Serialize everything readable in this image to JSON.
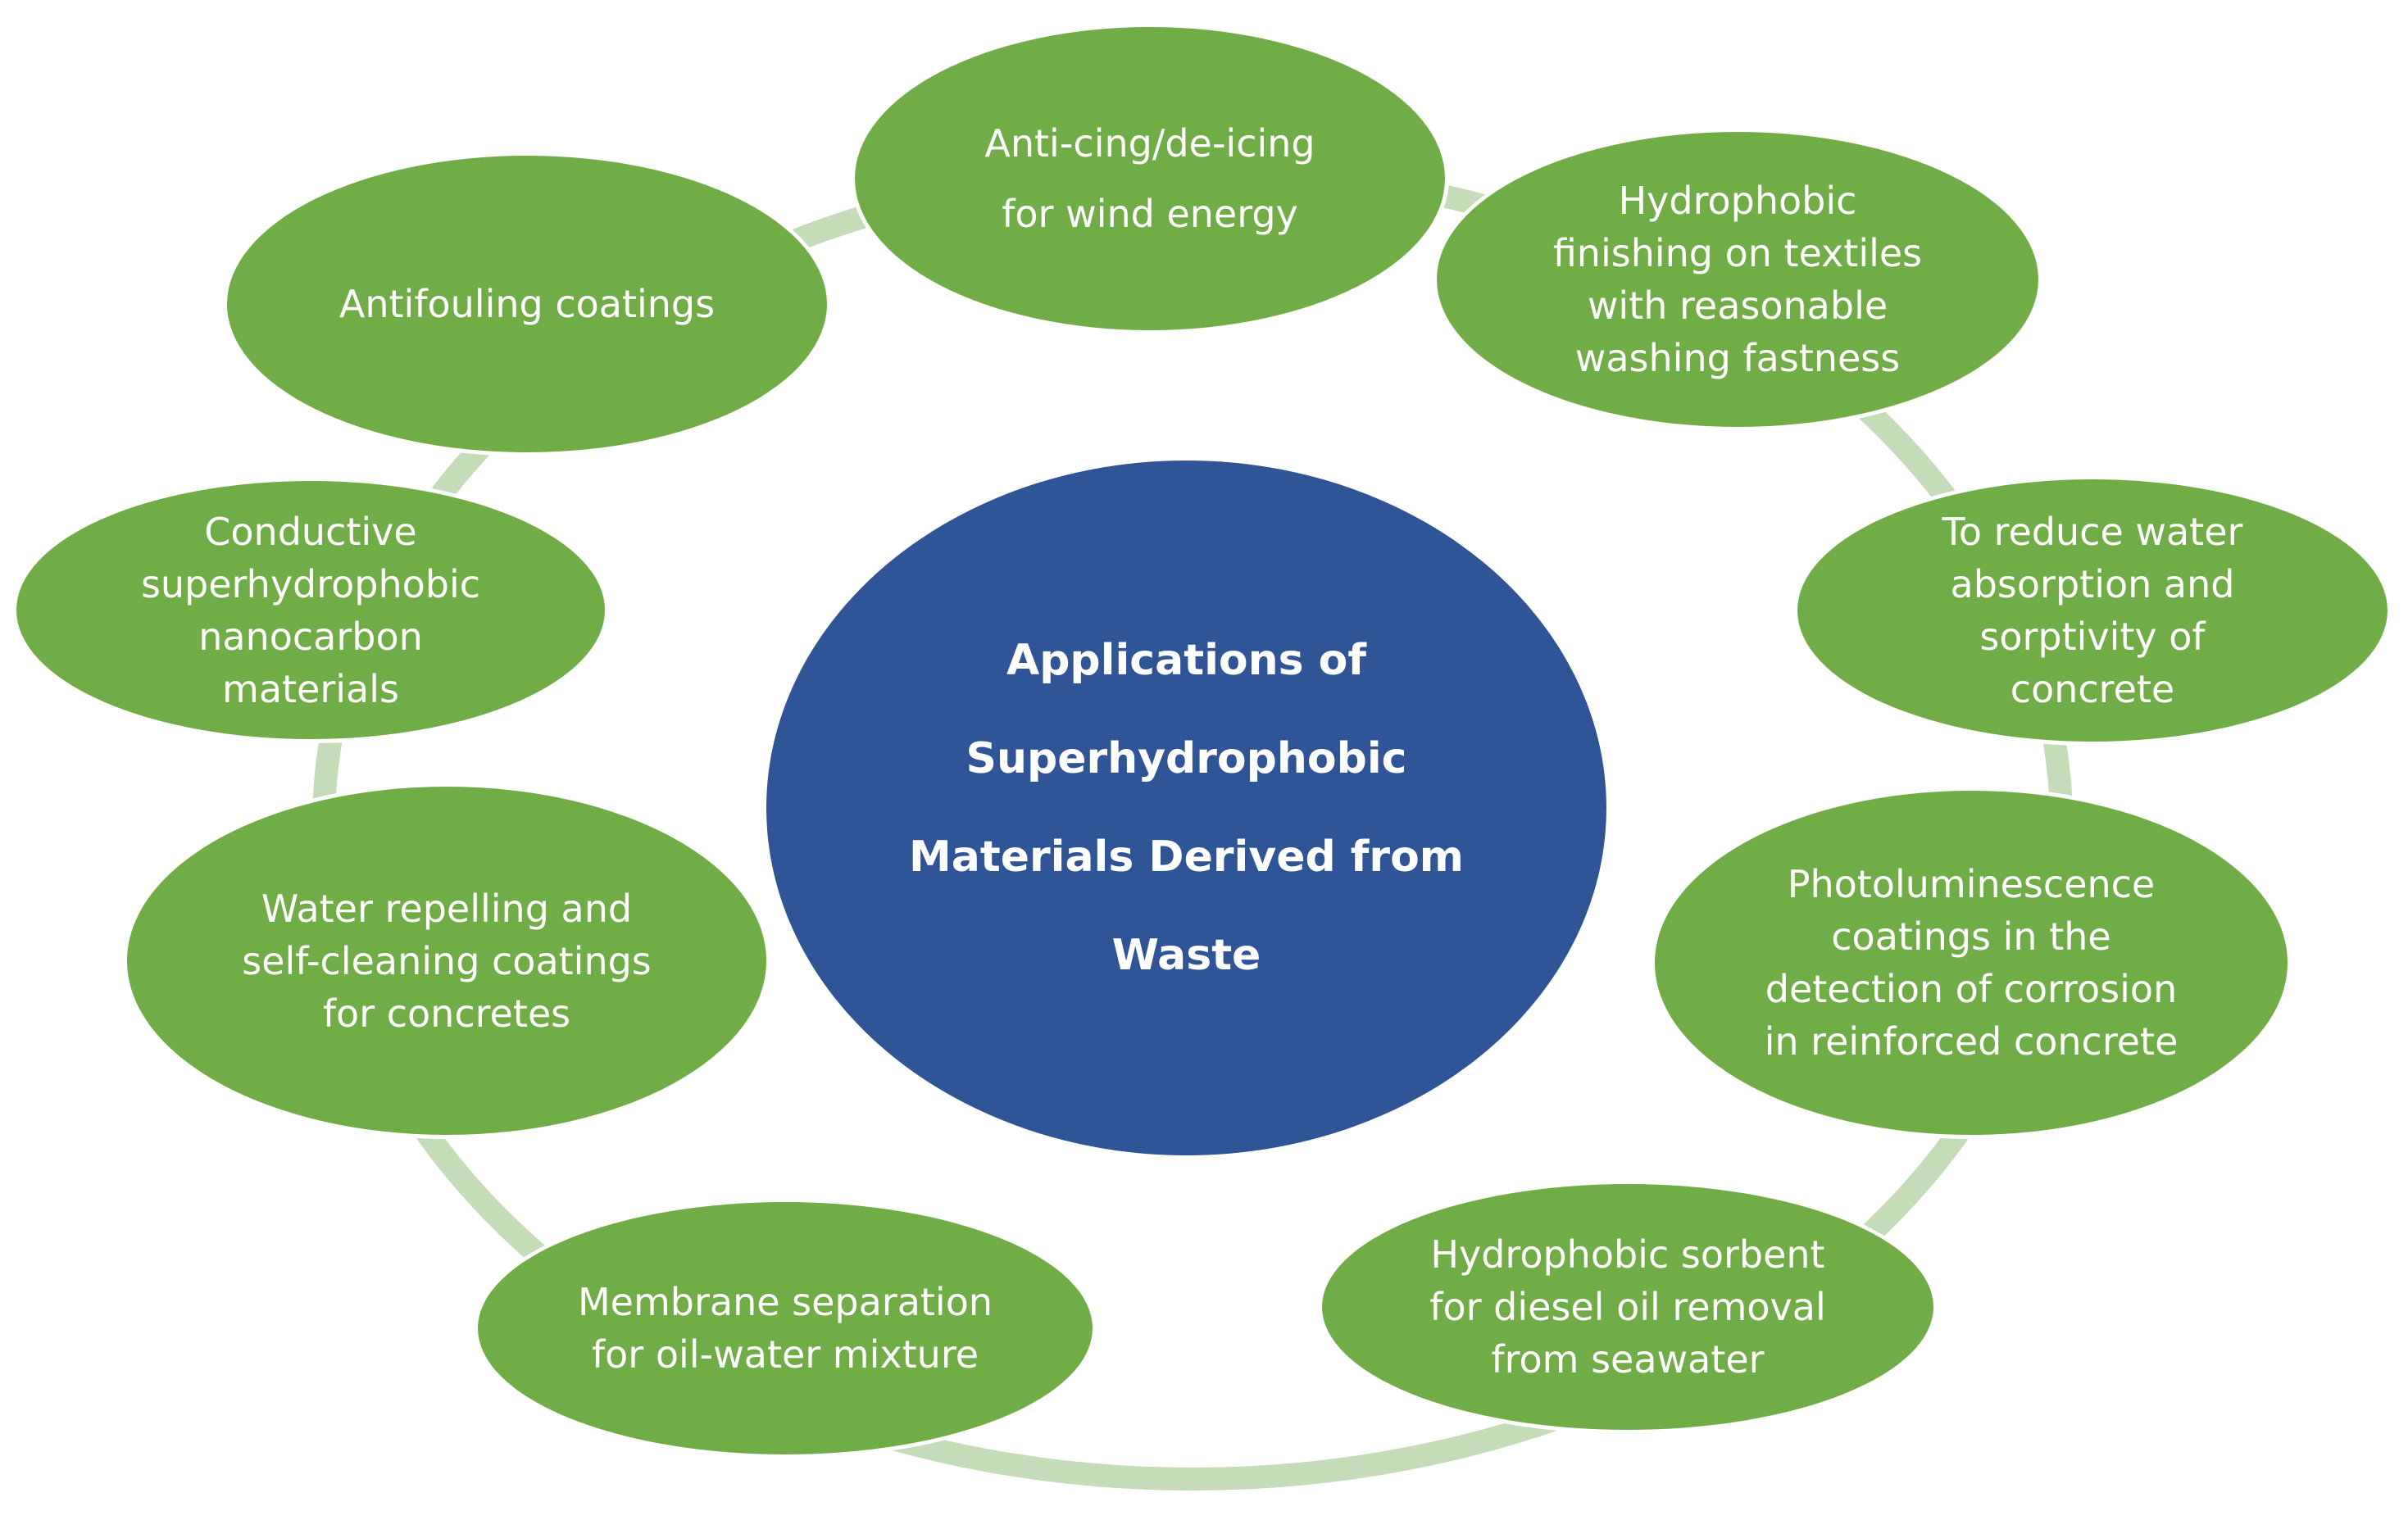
{
  "diagram": {
    "center": {
      "text": "Applications of\nSuperhydrophobic\nMaterials Derived from\nWaste"
    },
    "nodes": [
      {
        "id": "anti-icing",
        "text": "Anti-cing/de-icing\nfor wind energy"
      },
      {
        "id": "hydrophobic-textiles",
        "text": "Hydrophobic\nfinishing on textiles\nwith reasonable\nwashing fastness"
      },
      {
        "id": "concrete-absorption",
        "text": "To  reduce water\nabsorption and\nsorptivity of\nconcrete"
      },
      {
        "id": "photoluminescence",
        "text": "Photoluminescence\ncoatings in the\ndetection of corrosion\nin reinforced concrete"
      },
      {
        "id": "diesel-sorbent",
        "text": "Hydrophobic sorbent\nfor diesel oil removal\nfrom seawater"
      },
      {
        "id": "membrane-separation",
        "text": "Membrane separation\nfor oil-water mixture"
      },
      {
        "id": "water-repelling",
        "text": "Water repelling and\nself-cleaning  coatings\nfor  concretes"
      },
      {
        "id": "conductive-nanocarbon",
        "text": "Conductive\nsuperhydrophobic\nnanocarbon\nmaterials"
      },
      {
        "id": "antifouling",
        "text": "Antifouling coatings"
      }
    ],
    "colors": {
      "node_fill": "#70ad47",
      "center_fill": "#2f5597",
      "ring": "#c5dcb8",
      "text": "#ffffff"
    }
  }
}
